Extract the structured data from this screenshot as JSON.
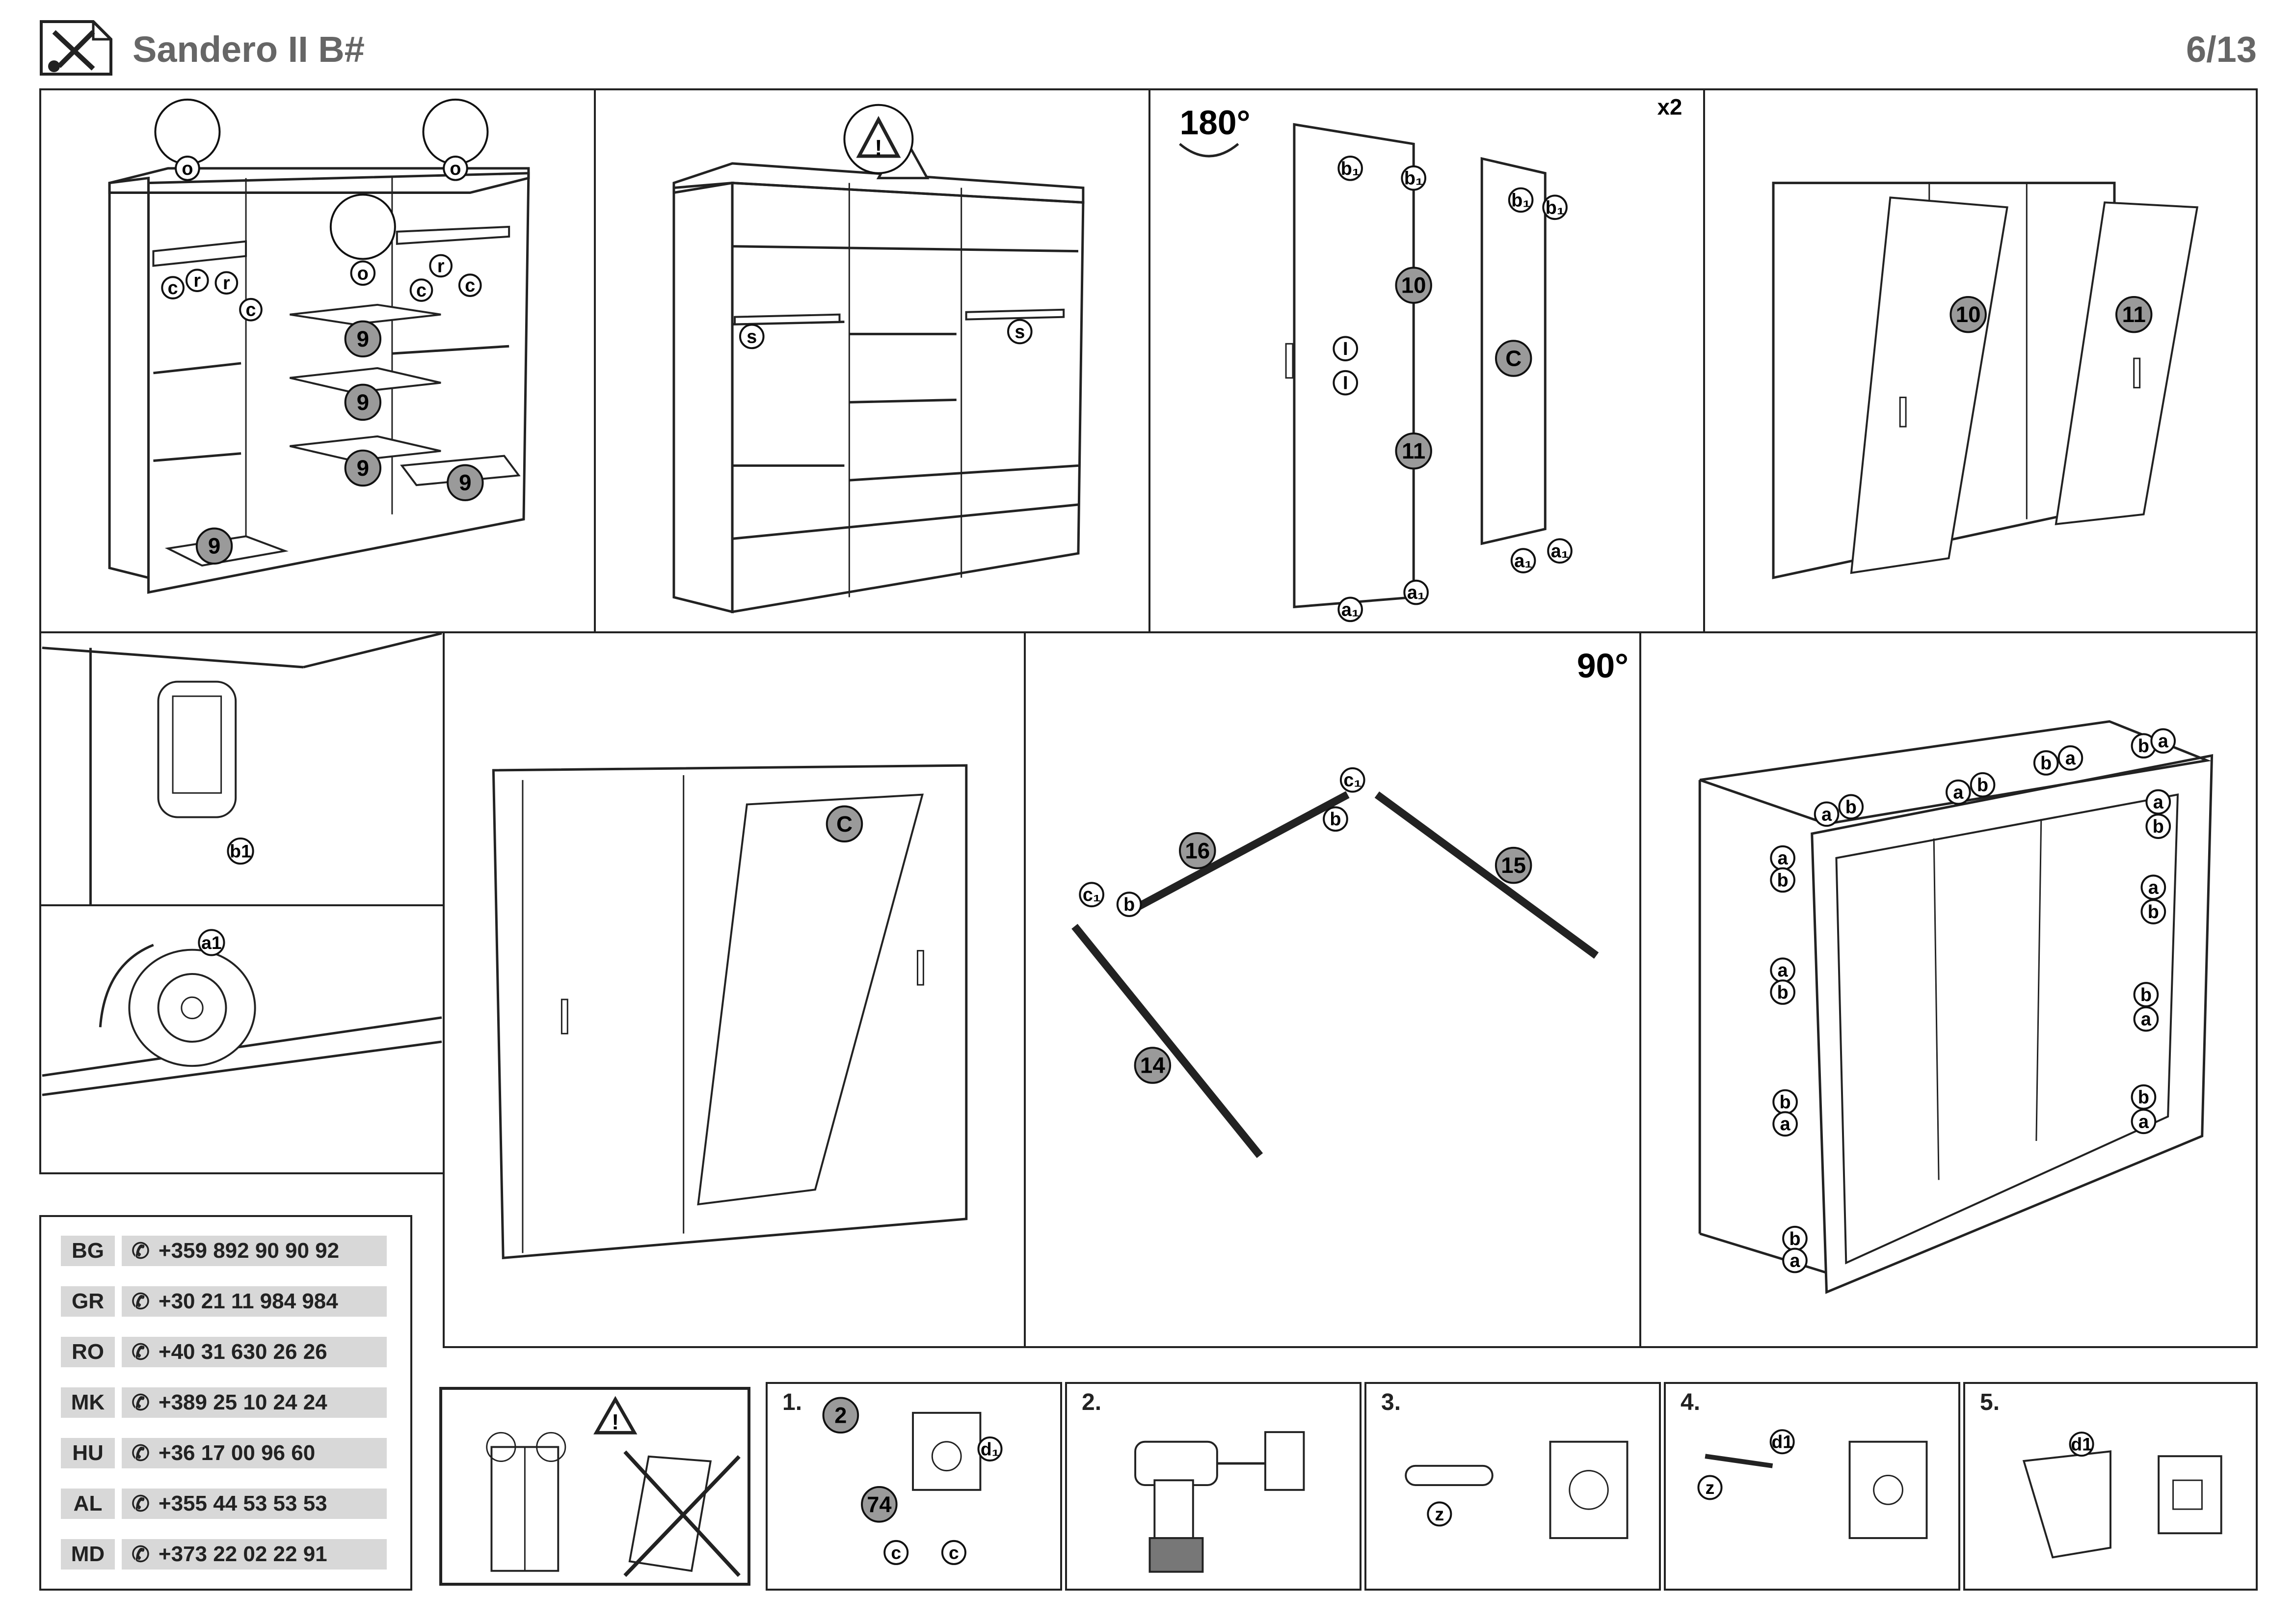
{
  "header": {
    "title": "Sandero II B#",
    "page": "6/13",
    "logo_icon": "tools-icon"
  },
  "panels_top": {
    "p1": {
      "labels_top": [
        "o",
        "o",
        "o"
      ],
      "parts": [
        "9",
        "9",
        "9",
        "9",
        "9"
      ],
      "side_labels": [
        "c",
        "r",
        "r",
        "c",
        "c",
        "r",
        "c"
      ]
    },
    "p2": {
      "labels": [
        "s",
        "s"
      ],
      "warning_icon": "warning-triangle-icon"
    },
    "p3": {
      "rotation": "180°",
      "multiplier": "x2",
      "door_labels": [
        "b1",
        "b1",
        "10",
        "I",
        "I",
        "11",
        "a1",
        "a1"
      ],
      "door2_labels": [
        "b1",
        "b1",
        "C",
        "a1",
        "a1"
      ]
    },
    "p4": {
      "parts": [
        "10",
        "11"
      ]
    }
  },
  "panels_mid": {
    "m1": {
      "label": "b1"
    },
    "m2": {
      "label": "a1"
    },
    "m3": {
      "part": "C"
    },
    "m4": {
      "rotation": "90°",
      "parts": [
        "16",
        "15",
        "14"
      ],
      "labels": [
        "c1",
        "b",
        "c1",
        "b"
      ]
    },
    "m5": {
      "labels": [
        "a",
        "b",
        "a",
        "b",
        "b",
        "a",
        "b",
        "a",
        "a",
        "b",
        "a",
        "b",
        "a",
        "b",
        "b",
        "a",
        "b",
        "a",
        "b",
        "a",
        "b",
        "a",
        "b",
        "a"
      ]
    }
  },
  "contacts": [
    {
      "code": "BG",
      "phone": "+359 892 90 90 92"
    },
    {
      "code": "GR",
      "phone": "+30 21 11 984 984"
    },
    {
      "code": "RO",
      "phone": "+40 31 630 26 26"
    },
    {
      "code": "MK",
      "phone": "+389 25 10 24 24"
    },
    {
      "code": "HU",
      "phone": "+36 17 00 96 60"
    },
    {
      "code": "AL",
      "phone": "+355 44 53 53 53"
    },
    {
      "code": "MD",
      "phone": "+373 22 02 22 91"
    }
  ],
  "steps": {
    "s1": {
      "num": "1.",
      "parts": [
        "2",
        "74"
      ],
      "labels": [
        "d1",
        "c",
        "c"
      ]
    },
    "s2": {
      "num": "2."
    },
    "s3": {
      "num": "3.",
      "labels": [
        "z"
      ]
    },
    "s4": {
      "num": "4.",
      "labels": [
        "d1",
        "z"
      ]
    },
    "s5": {
      "num": "5.",
      "labels": [
        "d1"
      ]
    }
  },
  "phone_icon": "phone-icon"
}
